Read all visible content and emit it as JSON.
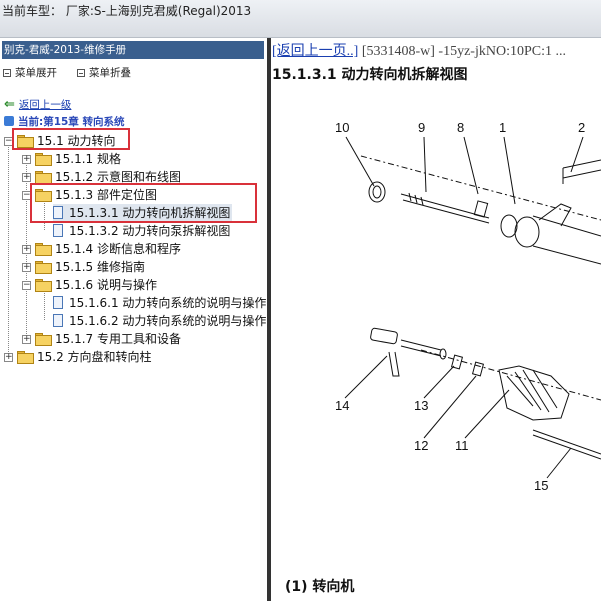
{
  "window": {
    "title": "当前车型： 厂家:S-上海别克君威(Regal)2013"
  },
  "sidebar": {
    "header": "别克-君威-2013-维修手册",
    "expand_label": "菜单展开",
    "collapse_label": "菜单折叠",
    "back_label": "返回上一级",
    "current_label": "当前:第15章 转向系统",
    "tree": [
      {
        "id": "n1",
        "label": "15.1 动力转向"
      },
      {
        "id": "n2",
        "label": "15.1.1 规格"
      },
      {
        "id": "n3",
        "label": "15.1.2 示意图和布线图"
      },
      {
        "id": "n4",
        "label": "15.1.3 部件定位图"
      },
      {
        "id": "n5",
        "label": "15.1.3.1 动力转向机拆解视图"
      },
      {
        "id": "n6",
        "label": "15.1.3.2 动力转向泵拆解视图"
      },
      {
        "id": "n7",
        "label": "15.1.4 诊断信息和程序"
      },
      {
        "id": "n8",
        "label": "15.1.5 维修指南"
      },
      {
        "id": "n9",
        "label": "15.1.6 说明与操作"
      },
      {
        "id": "n10",
        "label": "15.1.6.1 动力转向系统的说明与操作"
      },
      {
        "id": "n11",
        "label": "15.1.6.2 动力转向系统的说明与操作"
      },
      {
        "id": "n12",
        "label": "15.1.7 专用工具和设备"
      },
      {
        "id": "n13",
        "label": "15.2 方向盘和转向柱"
      }
    ]
  },
  "document": {
    "nav_link": "[返回上一页..]",
    "nav_info": " [5331408-w] -15yz-jkNO:10PC:1 ...",
    "heading": "15.1.3.1 动力转向机拆解视图",
    "callouts": [
      "10",
      "9",
      "8",
      "1",
      "2",
      "14",
      "13",
      "12",
      "11",
      "15"
    ],
    "caption": "(1) 转向机"
  },
  "colors": {
    "header_bg": "#3a5f8e",
    "highlight_border": "#d9313a",
    "link": "#1a3fb0"
  }
}
